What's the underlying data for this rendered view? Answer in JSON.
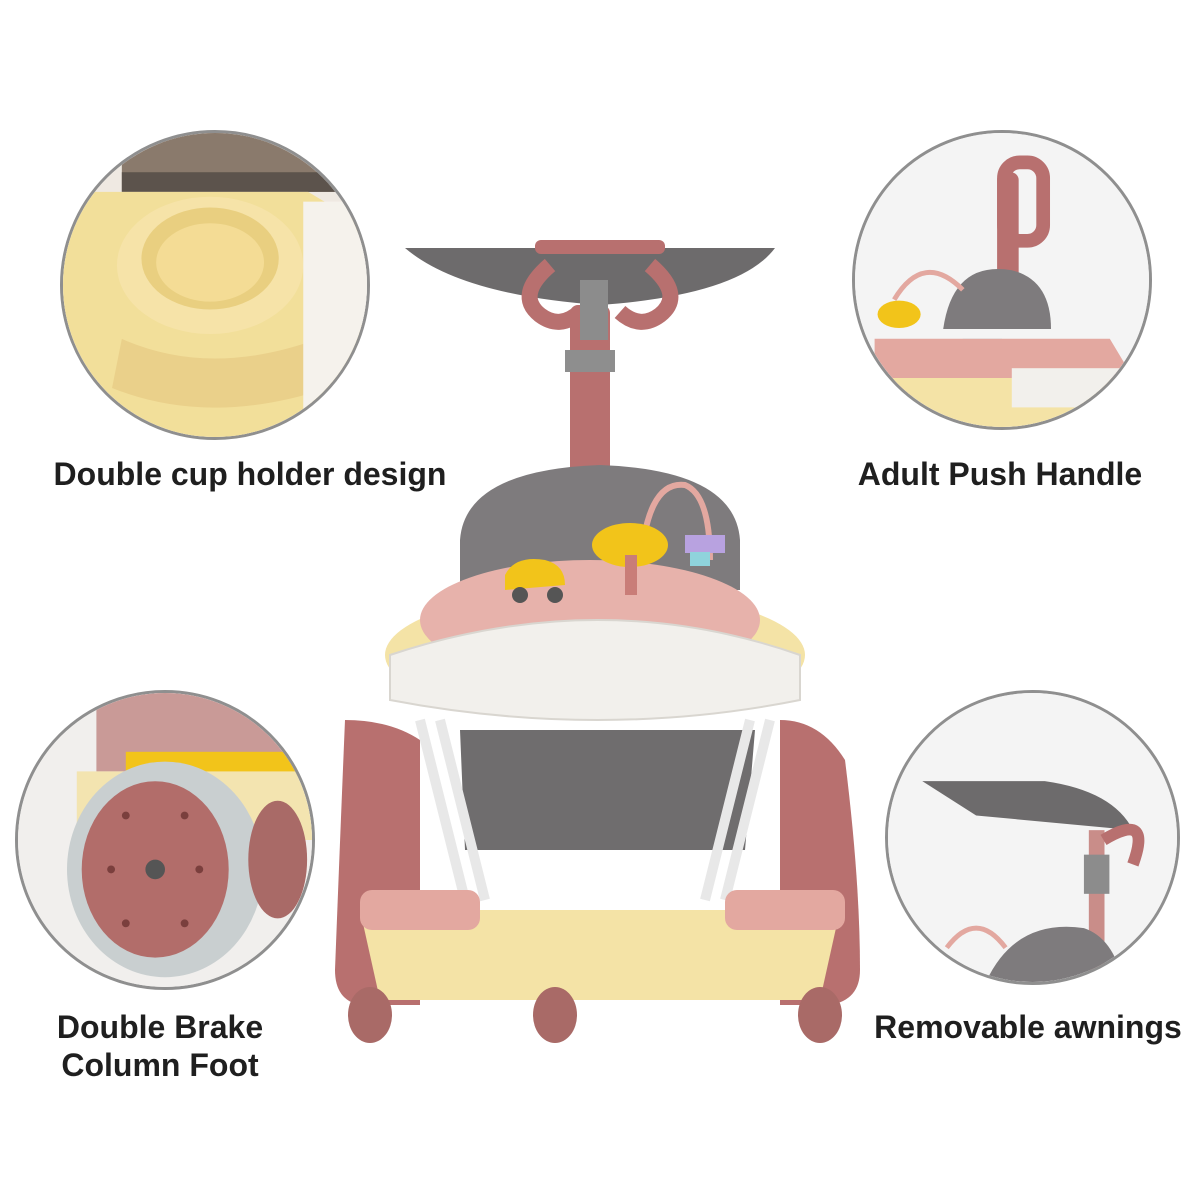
{
  "features": {
    "cup_holder": {
      "label": "Double cup holder design"
    },
    "push_handle": {
      "label": "Adult Push Handle"
    },
    "brake": {
      "line1": "Double Brake",
      "line2": "Column Foot"
    },
    "awning": {
      "label": "Removable awnings"
    }
  },
  "colors": {
    "frame_pink": "#b8706f",
    "light_pink": "#e3a8a0",
    "yellow": "#f4e3a6",
    "canopy_gray": "#6d6b6c",
    "seat_gray": "#7e7b7d",
    "tray_white": "#f2f0ec",
    "toy_yellow": "#f2c41a"
  }
}
